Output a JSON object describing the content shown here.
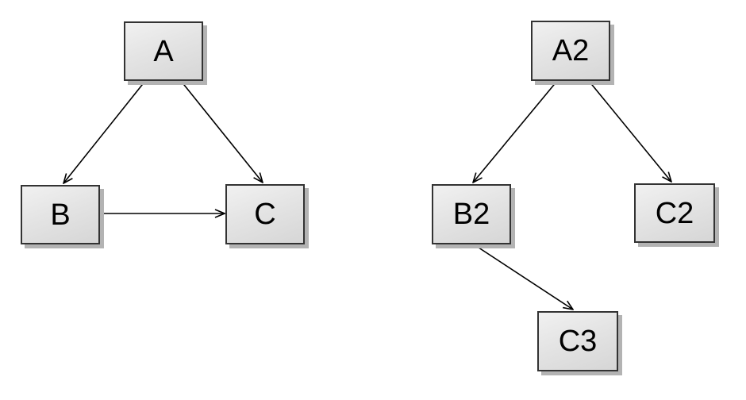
{
  "diagram": {
    "type": "directed-graph",
    "background_color": "#ffffff",
    "node_style": {
      "fill_top": "#f1f1f1",
      "fill_bottom": "#d6d6d6",
      "border_color": "#333333",
      "shadow_color": "#b3b3b3",
      "text_color": "#000000"
    },
    "edge_style": {
      "line_color": "#000000",
      "arrowhead": "open-v"
    },
    "graphs": [
      {
        "name": "left-graph",
        "nodes": [
          {
            "id": "A",
            "label": "A"
          },
          {
            "id": "B",
            "label": "B"
          },
          {
            "id": "C",
            "label": "C"
          }
        ],
        "edges": [
          {
            "from": "A",
            "to": "B"
          },
          {
            "from": "A",
            "to": "C"
          },
          {
            "from": "B",
            "to": "C"
          }
        ]
      },
      {
        "name": "right-graph",
        "nodes": [
          {
            "id": "A2",
            "label": "A2"
          },
          {
            "id": "B2",
            "label": "B2"
          },
          {
            "id": "C2",
            "label": "C2"
          },
          {
            "id": "C3",
            "label": "C3"
          }
        ],
        "edges": [
          {
            "from": "A2",
            "to": "B2"
          },
          {
            "from": "A2",
            "to": "C2"
          },
          {
            "from": "B2",
            "to": "C3"
          }
        ]
      }
    ]
  }
}
